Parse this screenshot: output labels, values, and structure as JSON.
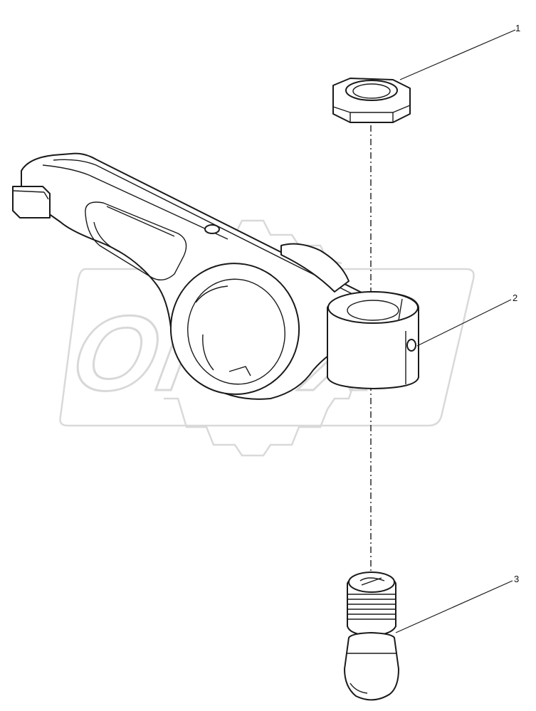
{
  "watermark": {
    "text": "OPEX"
  },
  "callouts": [
    {
      "id": "1",
      "part": "nut"
    },
    {
      "id": "2",
      "part": "rocker-arm"
    },
    {
      "id": "3",
      "part": "adjusting-screw"
    }
  ]
}
